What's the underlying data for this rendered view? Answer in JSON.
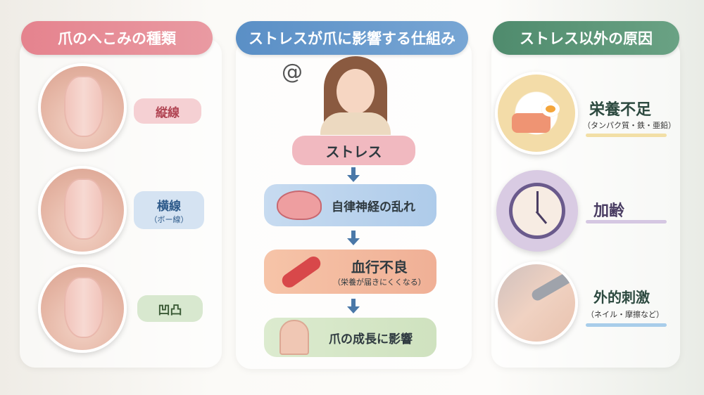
{
  "panels": {
    "types": {
      "title": "爪のへこみの種類",
      "items": [
        {
          "label": "縦線"
        },
        {
          "label": "横線",
          "sub": "（ボー線）"
        },
        {
          "label": "凹凸"
        }
      ]
    },
    "mechanism": {
      "title": "ストレスが爪に影響する仕組み",
      "steps": [
        {
          "label": "ストレス"
        },
        {
          "label": "自律神経の乱れ"
        },
        {
          "label": "血行不良",
          "sub": "（栄養が届きにくくなる）"
        },
        {
          "label": "爪の成長に影響"
        }
      ]
    },
    "causes": {
      "title": "ストレス以外の原因",
      "items": [
        {
          "label": "栄養不足",
          "sub": "（タンパク質・鉄・亜鉛）"
        },
        {
          "label": "加齢"
        },
        {
          "label": "外的刺激",
          "sub": "（ネイル・摩擦など）"
        }
      ]
    }
  },
  "colors": {
    "pink": "#e2838e",
    "blue": "#5a8fc6",
    "green": "#4f8b6d"
  }
}
